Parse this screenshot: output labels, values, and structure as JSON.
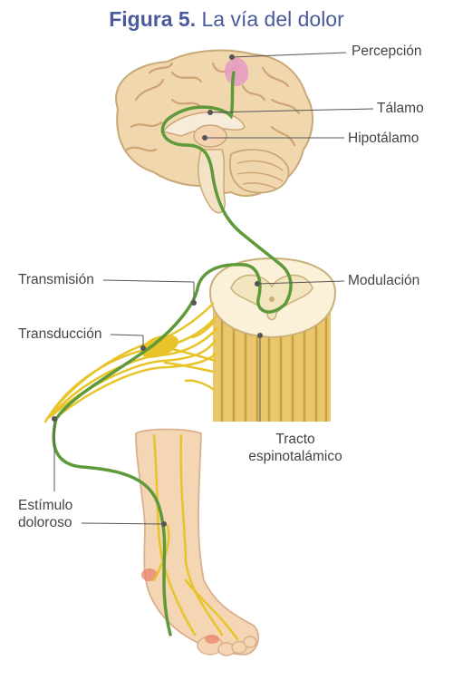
{
  "title": {
    "figure": "Figura 5.",
    "text": "La vía del dolor"
  },
  "labels": {
    "percepcion": "Percepción",
    "talamo": "Tálamo",
    "hipotalamo": "Hipotálamo",
    "transmision": "Transmisión",
    "modulacion": "Modulación",
    "transduccion": "Transducción",
    "tracto_line1": "Tracto",
    "tracto_line2": "espinotalámico",
    "estimulo_line1": "Estímulo",
    "estimulo_line2": "doloroso"
  },
  "colors": {
    "title": "#4a5a9c",
    "pain_pathway": "#5e9a3a",
    "nerve": "#e8c42a",
    "brain": "#f1d7ae",
    "spinal_cord": "#e9c86d",
    "skin": "#f4d6b4",
    "leader_line": "#555555"
  }
}
